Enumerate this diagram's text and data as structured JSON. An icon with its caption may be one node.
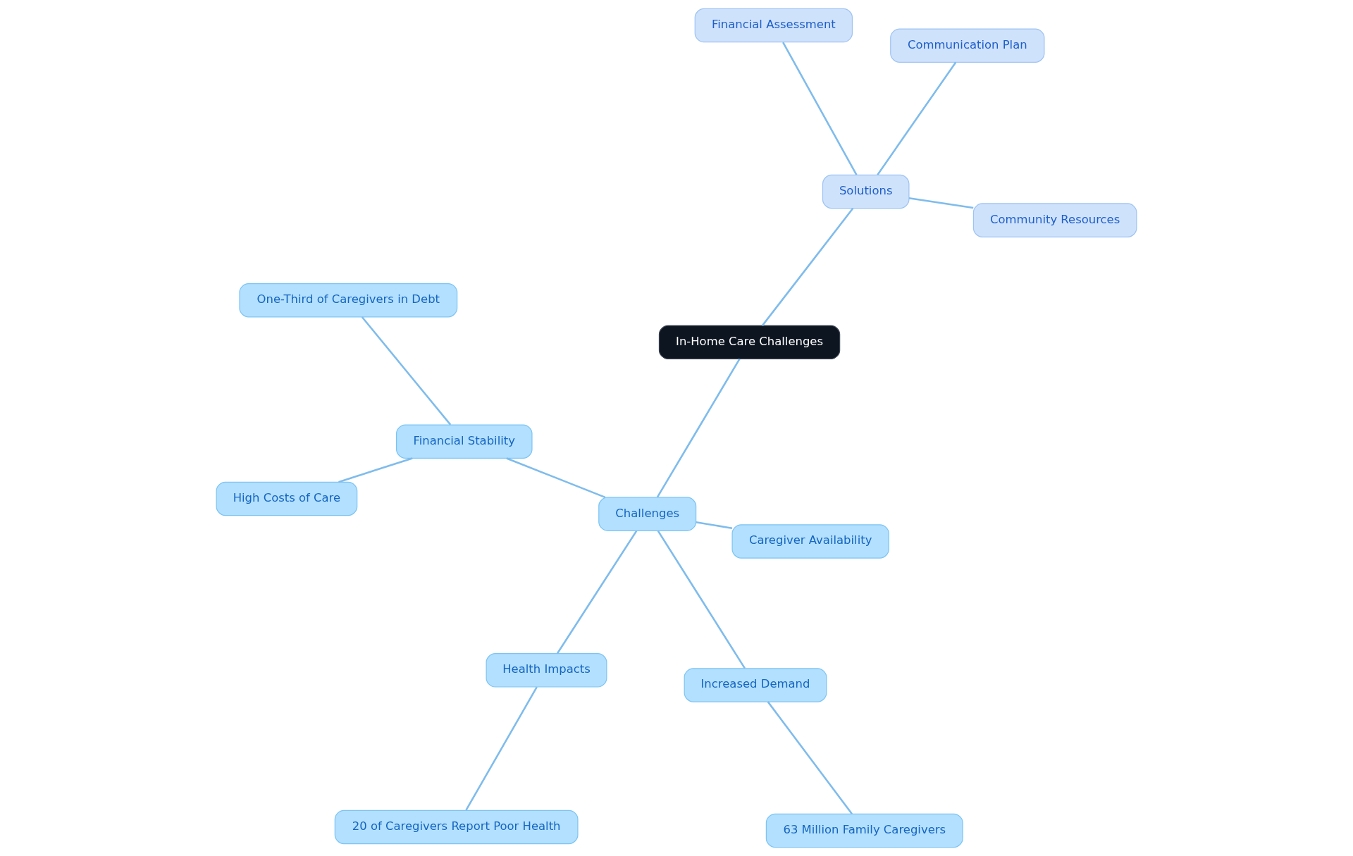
{
  "diagram": {
    "nodes": [
      {
        "text": [
          "In-Home Care Challenges"
        ]
      },
      {
        "text": [
          "Challenges"
        ]
      },
      {
        "text": [
          "Health Impacts"
        ]
      },
      {
        "text": [
          "20 of Caregivers Report Poor Health"
        ]
      },
      {
        "text": [
          "Financial Stability"
        ]
      },
      {
        "text": [
          "One-Third of Caregivers in Debt"
        ]
      },
      {
        "text": [
          "High Costs of Care"
        ]
      },
      {
        "text": [
          "Caregiver Availability"
        ]
      },
      {
        "text": [
          "Increased Demand"
        ]
      },
      {
        "text": [
          "63 Million Family Caregivers"
        ]
      },
      {
        "text": [
          "Solutions"
        ]
      },
      {
        "text": [
          "Financial Assessment"
        ]
      },
      {
        "text": [
          "Community Resources"
        ]
      },
      {
        "text": [
          "Communication Plan"
        ]
      }
    ],
    "edges": [
      {
        "from": 0,
        "to": 1,
        "arrow": "none"
      },
      {
        "from": 1,
        "to": 2,
        "arrow": "none"
      },
      {
        "from": 2,
        "to": 3,
        "arrow": "none"
      },
      {
        "from": 1,
        "to": 4,
        "arrow": "none"
      },
      {
        "from": 4,
        "to": 5,
        "arrow": "none"
      },
      {
        "from": 4,
        "to": 6,
        "arrow": "none"
      },
      {
        "from": 1,
        "to": 7,
        "arrow": "none"
      },
      {
        "from": 1,
        "to": 8,
        "arrow": "none"
      },
      {
        "from": 8,
        "to": 9,
        "arrow": "none"
      },
      {
        "from": 0,
        "to": 10,
        "arrow": "none"
      },
      {
        "from": 10,
        "to": 11,
        "arrow": "none"
      },
      {
        "from": 10,
        "to": 12,
        "arrow": "none"
      },
      {
        "from": 10,
        "to": 13,
        "arrow": "none"
      }
    ]
  }
}
